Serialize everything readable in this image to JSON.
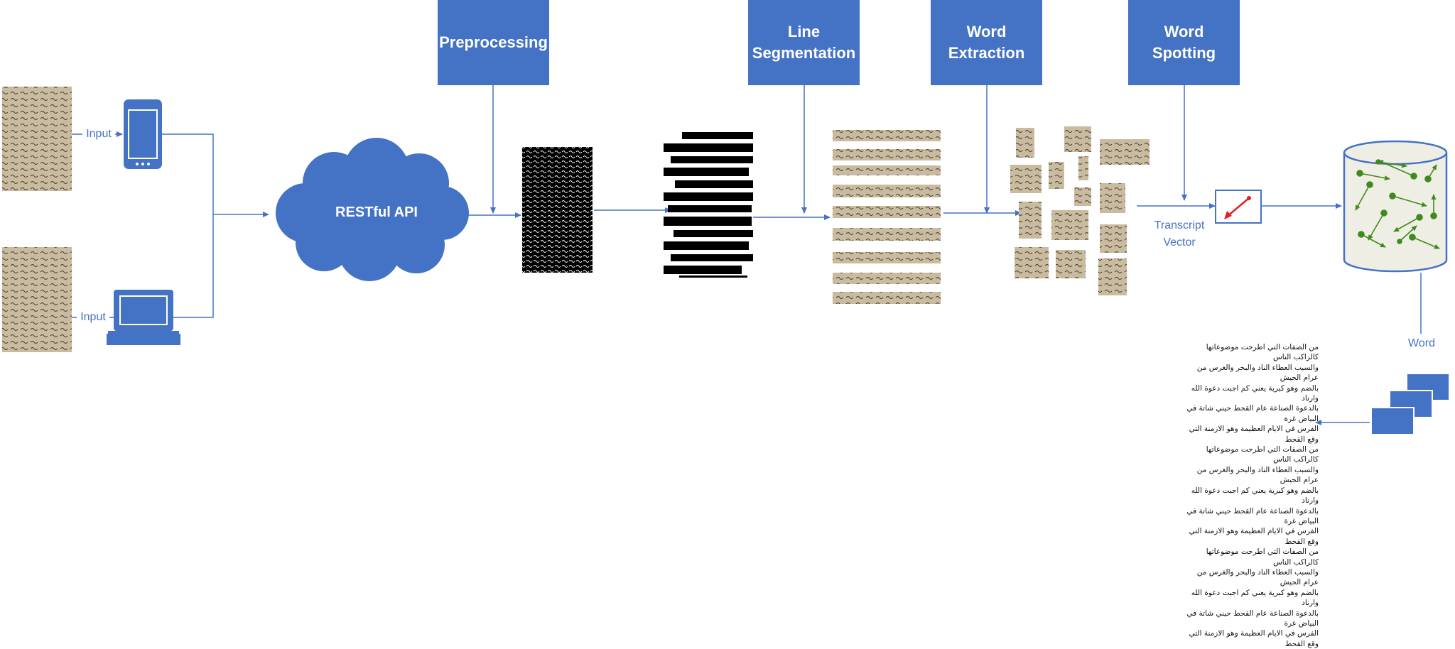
{
  "steps": {
    "preprocessing": "Preprocessing",
    "line_segmentation": "Line\nSegmentation",
    "word_extraction": "Word\nExtraction",
    "word_spotting": "Word\nSpotting"
  },
  "api": {
    "label": "RESTful API"
  },
  "inputs": {
    "phone_label": "Input",
    "laptop_label": "Input"
  },
  "labels": {
    "transcript_vector": "Transcript\nVector",
    "word": "Word"
  },
  "transcript_text": "من الصفات التي اطرحت موضوعاتها كالراكب الناس\nوالسبب العطاء الناد والبحر والغرس من عرام الجيش\nبالضم وهو كبرية يعني كم اجبت دعوة الله وارناد\nبالدعوة الصناعة عام القحط حيني شاتة في البياض غرة\nالفرس في الايام العظيمة وهو الازمنة التي وقع القحط\nمن الصفات التي اطرحت موضوعاتها كالراكب الناس\nوالسبب العطاء الناد والبحر والغرس من عرام الجيش\nبالضم وهو كبرية يعني كم اجبت دعوة الله وارناد\nبالدعوة الصناعة عام القحط حيني شاتة في البياض غرة\nالفرس في الايام العظيمة وهو الازمنة التي وقع القحط\nمن الصفات التي اطرحت موضوعاتها كالراكب الناس\nوالسبب العطاء الناد والبحر والغرس من عرام الجيش\nبالضم وهو كبرية يعني كم اجبت دعوة الله وارناد\nبالدعوة الصناعة عام القحط حيني شاتة في البياض غرة\nالفرس في الايام العظيمة وهو الازمنة التي وقع القحط",
  "colors": {
    "accent": "#4472c4",
    "db_fill": "#efeee4",
    "db_arrows": "#3f8a1e",
    "vector_arrow": "#e02020",
    "manuscript": "#c4b59a",
    "line_strip": "#d3c3a8"
  },
  "icons": {
    "phone": "smartphone-icon",
    "laptop": "laptop-icon",
    "cloud": "cloud-icon",
    "database": "database-icon",
    "vector": "vector-icon",
    "documents": "document-stack-icon"
  }
}
